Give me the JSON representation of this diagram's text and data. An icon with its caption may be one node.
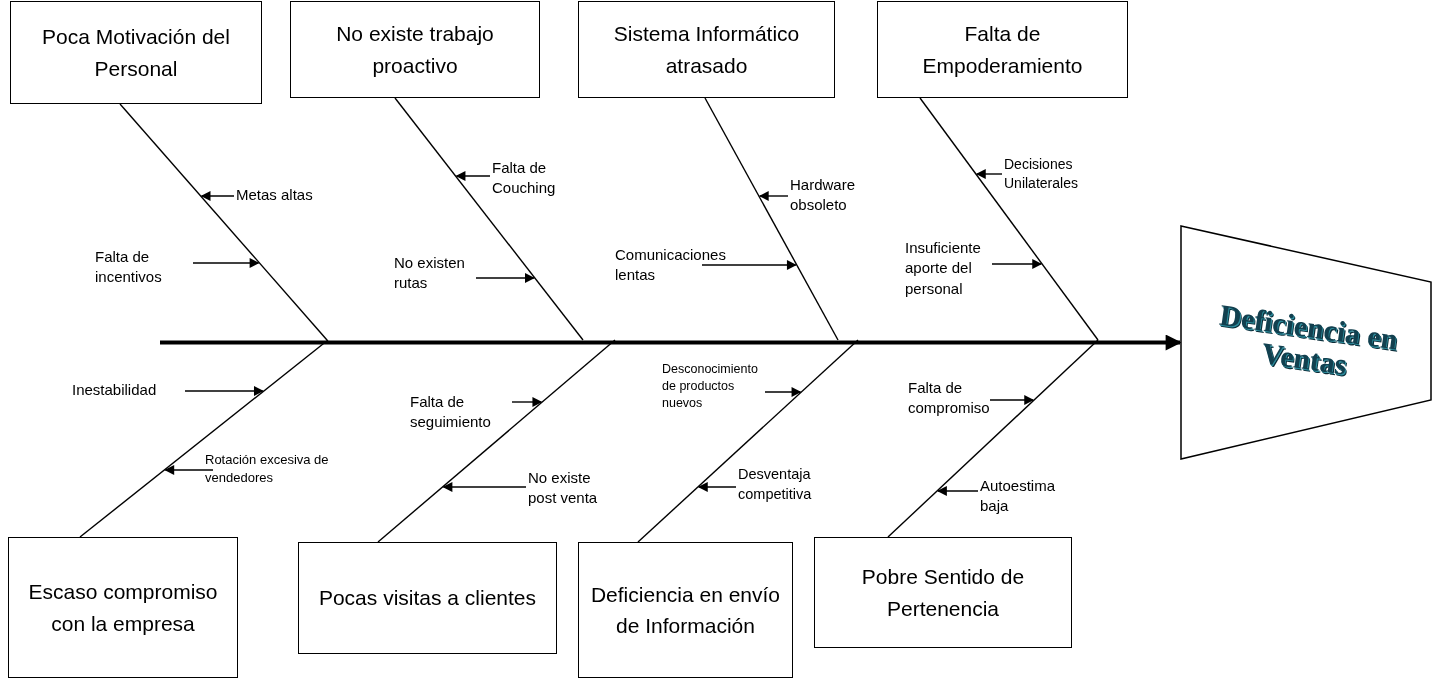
{
  "diagram": {
    "nodes": [
      {
        "text": [
          "Poca Motivación del Personal"
        ]
      },
      {
        "text": [
          "No existe trabajo proactivo"
        ]
      },
      {
        "text": [
          "Sistema Informático atrasado"
        ]
      },
      {
        "text": [
          "Falta de Empoderamiento"
        ]
      },
      {
        "text": [
          "Deficiencia en Ventas"
        ]
      },
      {
        "text": [
          "Escaso compromiso con la empresa"
        ]
      },
      {
        "text": [
          "Pocas visitas a clientes"
        ]
      },
      {
        "text": [
          "Deficiencia en envío de Información"
        ]
      },
      {
        "text": [
          "Pobre Sentido de Pertenencia"
        ]
      },
      {
        "text": [
          "Metas altas"
        ]
      },
      {
        "text": [
          "Falta de incentivos"
        ]
      },
      {
        "text": [
          "Falta de Couching"
        ]
      },
      {
        "text": [
          "No existen rutas"
        ]
      },
      {
        "text": [
          "Hardware obsoleto"
        ]
      },
      {
        "text": [
          "Comunicaciones lentas"
        ]
      },
      {
        "text": [
          "Decisiones Unilaterales"
        ]
      },
      {
        "text": [
          "Insuficiente aporte del personal"
        ]
      },
      {
        "text": [
          "Inestabilidad"
        ]
      },
      {
        "text": [
          "Rotación excesiva de vendedores"
        ]
      },
      {
        "text": [
          "Falta de seguimiento"
        ]
      },
      {
        "text": [
          "No existe post venta"
        ]
      },
      {
        "text": [
          "Desconocimiento de productos nuevos"
        ]
      },
      {
        "text": [
          "Desventaja competitiva"
        ]
      },
      {
        "text": [
          "Falta de compromiso"
        ]
      },
      {
        "text": [
          "Autoestima baja"
        ]
      }
    ],
    "edges": [
      {
        "from": null,
        "to": 4,
        "arrow": "to",
        "style": "thick"
      },
      {
        "from": 0,
        "to": null,
        "arrow": "none"
      },
      {
        "from": 1,
        "to": null,
        "arrow": "none"
      },
      {
        "from": 2,
        "to": null,
        "arrow": "none"
      },
      {
        "from": 3,
        "to": null,
        "arrow": "none"
      },
      {
        "from": 5,
        "to": null,
        "arrow": "none"
      },
      {
        "from": 6,
        "to": null,
        "arrow": "none"
      },
      {
        "from": 7,
        "to": null,
        "arrow": "none"
      },
      {
        "from": 8,
        "to": null,
        "arrow": "none"
      },
      {
        "from": 9,
        "to": null,
        "arrow": "to"
      },
      {
        "from": 10,
        "to": null,
        "arrow": "to"
      },
      {
        "from": 11,
        "to": null,
        "arrow": "to"
      },
      {
        "from": 12,
        "to": null,
        "arrow": "to"
      },
      {
        "from": 13,
        "to": null,
        "arrow": "to"
      },
      {
        "from": 14,
        "to": null,
        "arrow": "to"
      },
      {
        "from": 15,
        "to": null,
        "arrow": "to"
      },
      {
        "from": 16,
        "to": null,
        "arrow": "to"
      },
      {
        "from": 17,
        "to": null,
        "arrow": "to"
      },
      {
        "from": 18,
        "to": null,
        "arrow": "to"
      },
      {
        "from": 19,
        "to": null,
        "arrow": "to"
      },
      {
        "from": 20,
        "to": null,
        "arrow": "to"
      },
      {
        "from": 21,
        "to": null,
        "arrow": "to"
      },
      {
        "from": 22,
        "to": null,
        "arrow": "to"
      },
      {
        "from": 23,
        "to": null,
        "arrow": "to"
      },
      {
        "from": 24,
        "to": null,
        "arrow": "to"
      }
    ]
  }
}
